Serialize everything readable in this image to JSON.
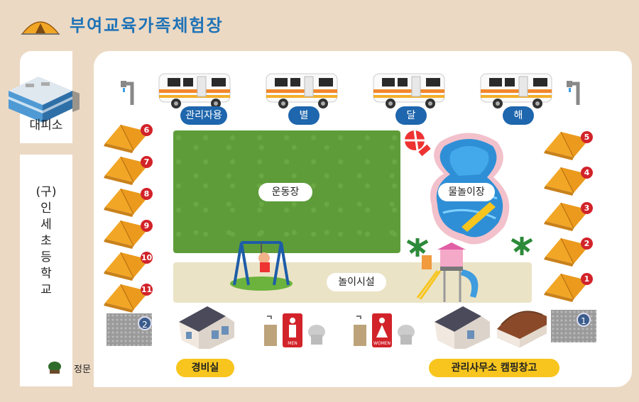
{
  "title": "부여교육가족체험장",
  "icons": {
    "title": "camping-tent-icon",
    "faucet": "faucet-icon",
    "restroom": "restroom-icon"
  },
  "colors": {
    "background": "#ecd9c3",
    "title": "#1f73b7",
    "pill_blue": "#1e66ad",
    "pill_yellow": "#f7c51d",
    "tent": "#f2a626",
    "tent_number": "#d2232a"
  },
  "shelter_label": "대피소",
  "school_label": "(구)\n인\n세\n초\n등\n학\n교",
  "gate_label": "정문",
  "caravans": [
    {
      "label": "관리자용"
    },
    {
      "label": "별"
    },
    {
      "label": "달"
    },
    {
      "label": "해"
    }
  ],
  "left_tents": [
    "6",
    "7",
    "8",
    "9",
    "10",
    "11"
  ],
  "right_tents": [
    "5",
    "4",
    "3",
    "2",
    "1"
  ],
  "gravel_sites": {
    "left": "2",
    "right": "1"
  },
  "areas": {
    "field": "운동장",
    "pool": "물놀이장",
    "playground": "놀이시설",
    "guard_house": "경비실",
    "office": "관리사무소  캠핑창고"
  },
  "restrooms": {
    "men": "MEN",
    "women": "WOMEN"
  }
}
